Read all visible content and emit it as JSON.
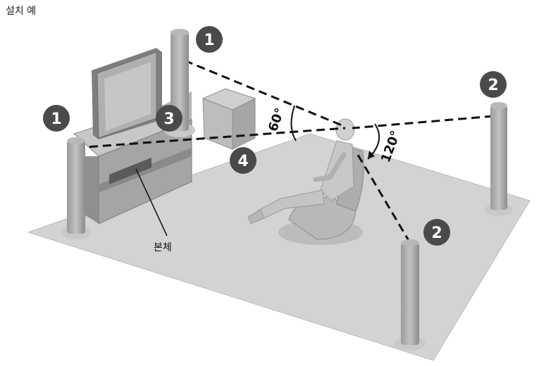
{
  "caption": "설치 예",
  "labels": {
    "front_left_number": "1",
    "front_right_number": "1",
    "rear_right_number": "2",
    "rear_left_number": "2",
    "center_number": "3",
    "subwoofer_number": "4",
    "main_unit": "본체",
    "front_angle": "60°",
    "rear_angle": "120°"
  },
  "colors": {
    "floor": "#d3d3d3",
    "speaker": "#a9a9a9",
    "badge": "#4a4a4a",
    "line": "#111111"
  }
}
